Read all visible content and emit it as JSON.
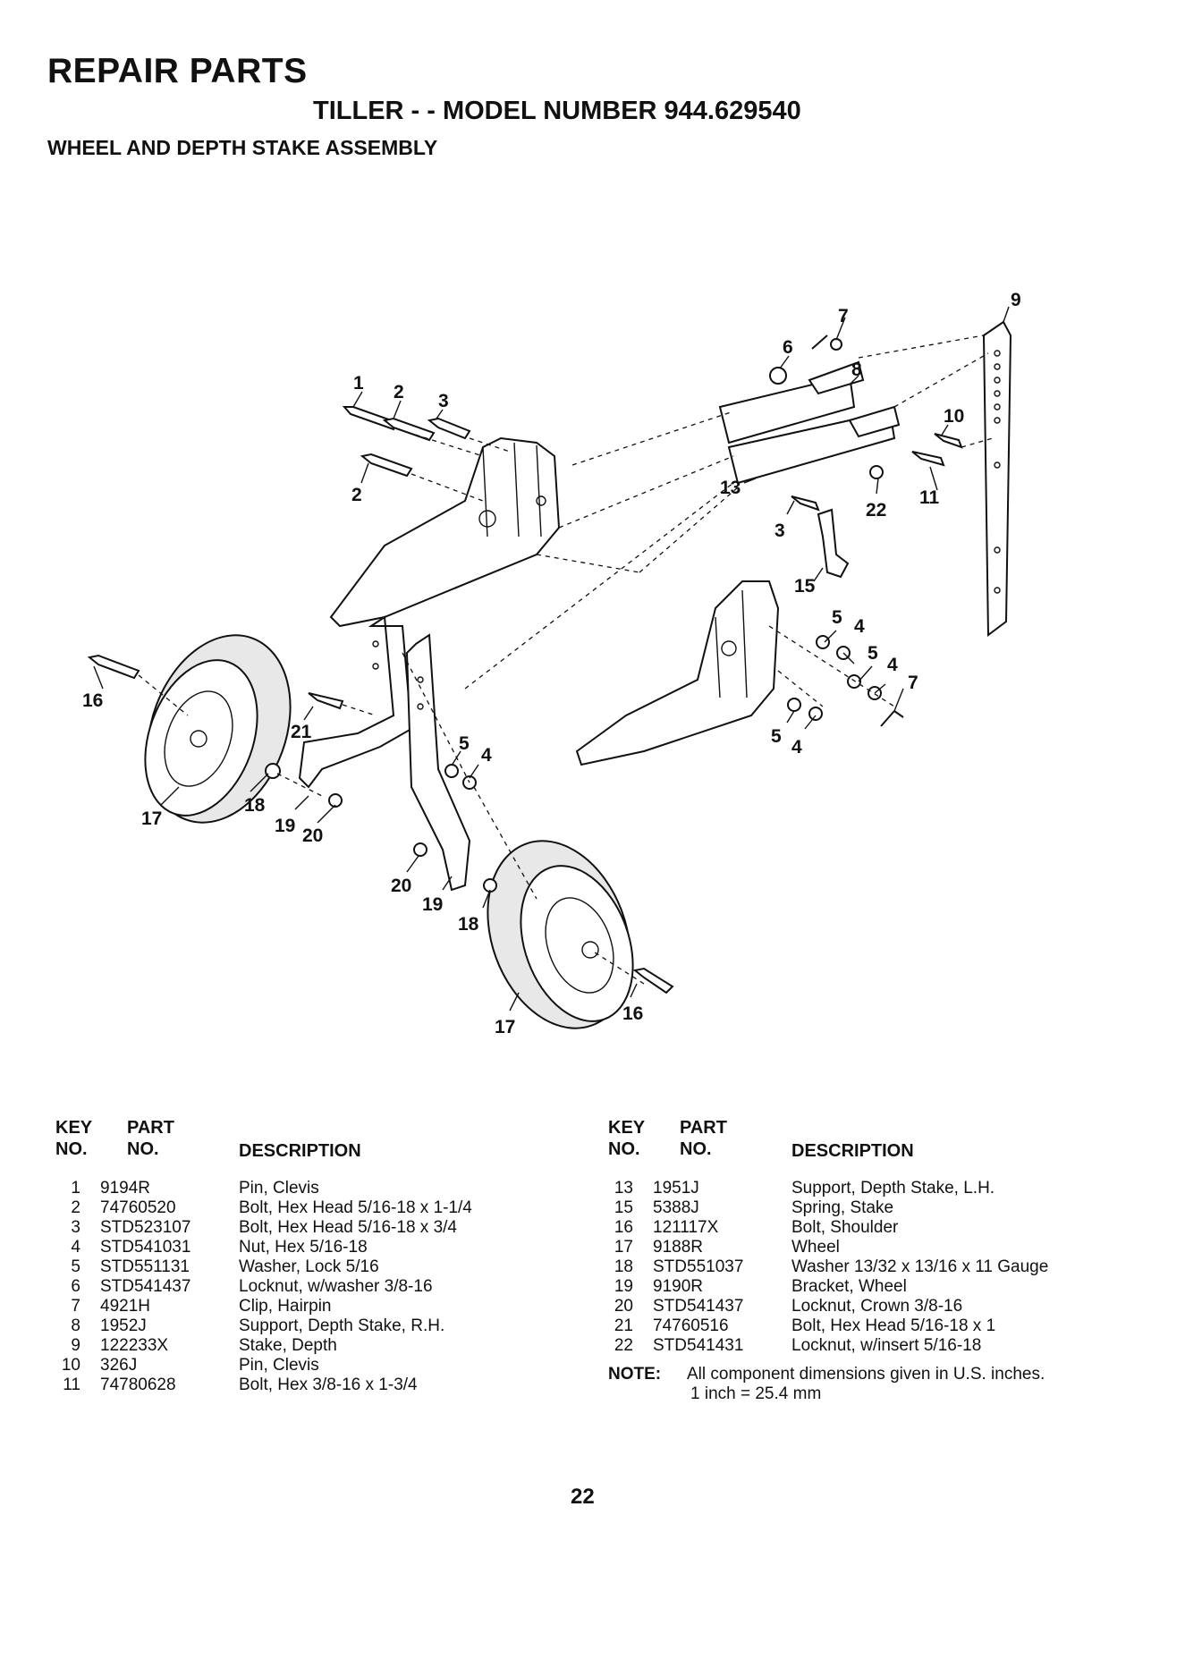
{
  "header": {
    "title": "REPAIR PARTS",
    "model": "TILLER - - MODEL NUMBER 944.629540",
    "section": "WHEEL AND DEPTH STAKE ASSEMBLY"
  },
  "diagram": {
    "callouts": [
      {
        "id": "c1",
        "text": "1"
      },
      {
        "id": "c2a",
        "text": "2"
      },
      {
        "id": "c3a",
        "text": "3"
      },
      {
        "id": "c2b",
        "text": "2"
      },
      {
        "id": "c7a",
        "text": "7"
      },
      {
        "id": "c6",
        "text": "6"
      },
      {
        "id": "c8",
        "text": "8"
      },
      {
        "id": "c9",
        "text": "9"
      },
      {
        "id": "c10",
        "text": "10"
      },
      {
        "id": "c11",
        "text": "11"
      },
      {
        "id": "c13",
        "text": "13"
      },
      {
        "id": "c3b",
        "text": "3"
      },
      {
        "id": "c22",
        "text": "22"
      },
      {
        "id": "c15",
        "text": "15"
      },
      {
        "id": "c5a",
        "text": "5"
      },
      {
        "id": "c4a",
        "text": "4"
      },
      {
        "id": "c5b",
        "text": "5"
      },
      {
        "id": "c4b",
        "text": "4"
      },
      {
        "id": "c7b",
        "text": "7"
      },
      {
        "id": "c5c",
        "text": "5"
      },
      {
        "id": "c4c",
        "text": "4"
      },
      {
        "id": "c16a",
        "text": "16"
      },
      {
        "id": "c21",
        "text": "21"
      },
      {
        "id": "c5d",
        "text": "5"
      },
      {
        "id": "c4d",
        "text": "4"
      },
      {
        "id": "c17a",
        "text": "17"
      },
      {
        "id": "c18a",
        "text": "18"
      },
      {
        "id": "c19a",
        "text": "19"
      },
      {
        "id": "c20a",
        "text": "20"
      },
      {
        "id": "c20b",
        "text": "20"
      },
      {
        "id": "c19b",
        "text": "19"
      },
      {
        "id": "c18b",
        "text": "18"
      },
      {
        "id": "c16b",
        "text": "16"
      },
      {
        "id": "c17b",
        "text": "17"
      }
    ]
  },
  "parts_table": {
    "headers": {
      "key_top": "KEY",
      "key_bottom": "NO.",
      "part_top": "PART",
      "part_bottom": "NO.",
      "description": "DESCRIPTION"
    },
    "left": [
      {
        "key": "1",
        "part": "9194R",
        "desc": "Pin, Clevis"
      },
      {
        "key": "2",
        "part": "74760520",
        "desc": "Bolt, Hex Head  5/16-18 x 1-1/4"
      },
      {
        "key": "3",
        "part": "STD523107",
        "desc": "Bolt, Hex Head  5/16-18 x 3/4"
      },
      {
        "key": "4",
        "part": "STD541031",
        "desc": "Nut, Hex  5/16-18"
      },
      {
        "key": "5",
        "part": "STD551131",
        "desc": "Washer, Lock  5/16"
      },
      {
        "key": "6",
        "part": "STD541437",
        "desc": "Locknut, w/washer  3/8-16"
      },
      {
        "key": "7",
        "part": "4921H",
        "desc": "Clip, Hairpin"
      },
      {
        "key": "8",
        "part": "1952J",
        "desc": "Support, Depth Stake, R.H."
      },
      {
        "key": "9",
        "part": "122233X",
        "desc": "Stake, Depth"
      },
      {
        "key": "10",
        "part": "326J",
        "desc": "Pin, Clevis"
      },
      {
        "key": "11",
        "part": "74780628",
        "desc": "Bolt, Hex  3/8-16 x 1-3/4"
      }
    ],
    "right": [
      {
        "key": "13",
        "part": "1951J",
        "desc": "Support, Depth Stake, L.H."
      },
      {
        "key": "15",
        "part": "5388J",
        "desc": "Spring, Stake"
      },
      {
        "key": "16",
        "part": "121117X",
        "desc": "Bolt, Shoulder"
      },
      {
        "key": "17",
        "part": "9188R",
        "desc": "Wheel"
      },
      {
        "key": "18",
        "part": "STD551037",
        "desc": "Washer  13/32 x 13/16 x 11 Gauge"
      },
      {
        "key": "19",
        "part": "9190R",
        "desc": "Bracket, Wheel"
      },
      {
        "key": "20",
        "part": "STD541437",
        "desc": "Locknut, Crown  3/8-16"
      },
      {
        "key": "21",
        "part": "74760516",
        "desc": "Bolt, Hex Head  5/16-18 x 1"
      },
      {
        "key": "22",
        "part": "STD541431",
        "desc": "Locknut, w/insert 5/16-18"
      }
    ]
  },
  "note": {
    "label": "NOTE:",
    "line1": "All component dimensions given in U.S. inches.",
    "line2": "1 inch = 25.4 mm"
  },
  "page_number": "22"
}
